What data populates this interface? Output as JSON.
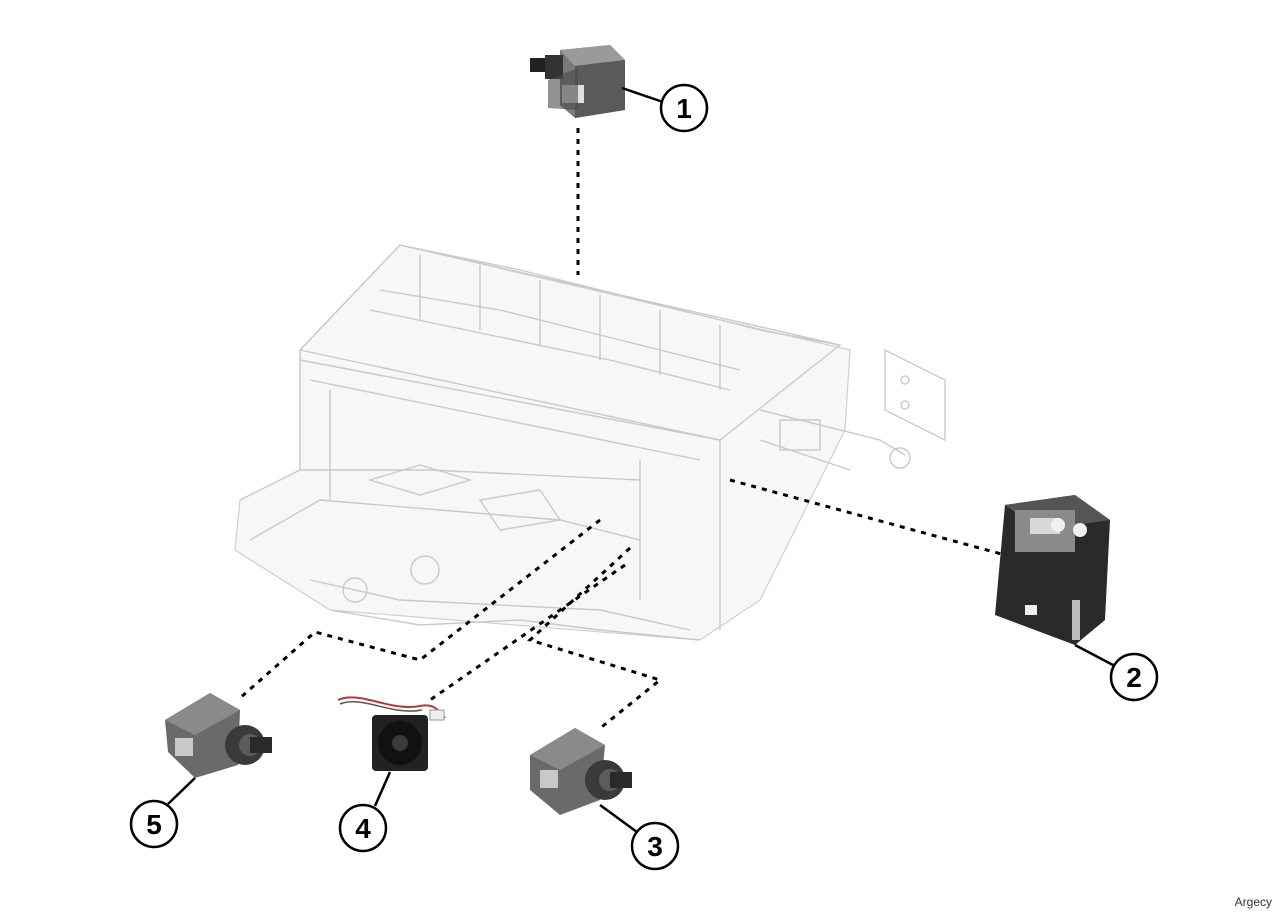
{
  "callouts": [
    {
      "id": 1,
      "label": "1"
    },
    {
      "id": 2,
      "label": "2"
    },
    {
      "id": 3,
      "label": "3"
    },
    {
      "id": 4,
      "label": "4"
    },
    {
      "id": 5,
      "label": "5"
    }
  ],
  "watermark": "Argecy",
  "colors": {
    "frame": "#c9c9c9",
    "motor_body": "#6b6b6b",
    "motor_dark": "#2e2e2e",
    "leader": "#000000"
  }
}
